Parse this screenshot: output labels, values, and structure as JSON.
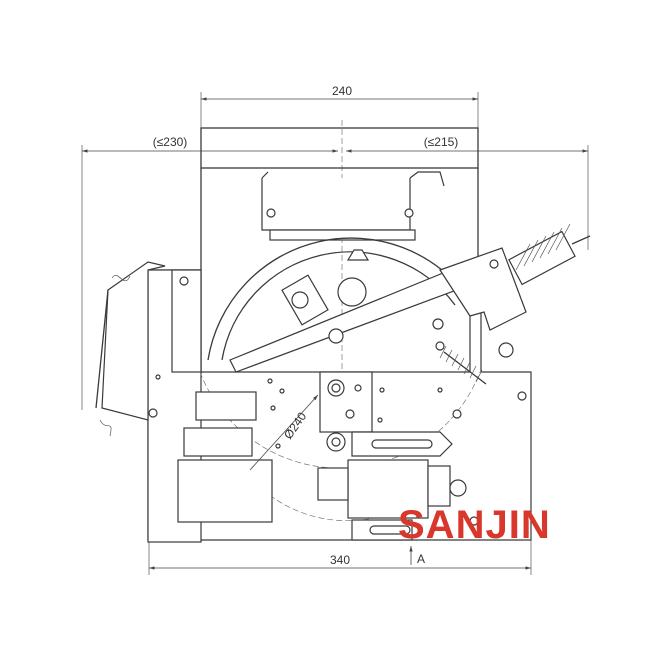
{
  "dimensions": {
    "top_width": "240",
    "left_clearance": "(≤230)",
    "right_clearance": "(≤215)",
    "bottom_width": "340",
    "diameter": "Ø240",
    "view_marker": "A"
  },
  "logo": {
    "text": "SANJIN",
    "color": "#d9372b"
  }
}
